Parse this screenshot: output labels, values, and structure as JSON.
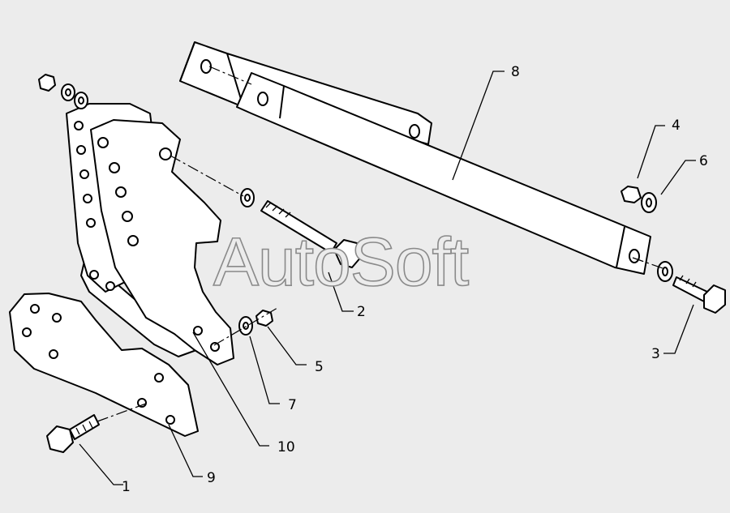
{
  "watermark": "AutoSoft",
  "callouts": [
    {
      "id": "1",
      "text": "1"
    },
    {
      "id": "2",
      "text": "2"
    },
    {
      "id": "3",
      "text": "3"
    },
    {
      "id": "4",
      "text": "4"
    },
    {
      "id": "5",
      "text": "5"
    },
    {
      "id": "6",
      "text": "6"
    },
    {
      "id": "7",
      "text": "7"
    },
    {
      "id": "8",
      "text": "8"
    },
    {
      "id": "9",
      "text": "9"
    },
    {
      "id": "10",
      "text": "10"
    }
  ],
  "colors": {
    "background": "#ececec",
    "part_fill": "#ffffff",
    "line": "#000000",
    "watermark_outline": "#8a8a8a"
  }
}
